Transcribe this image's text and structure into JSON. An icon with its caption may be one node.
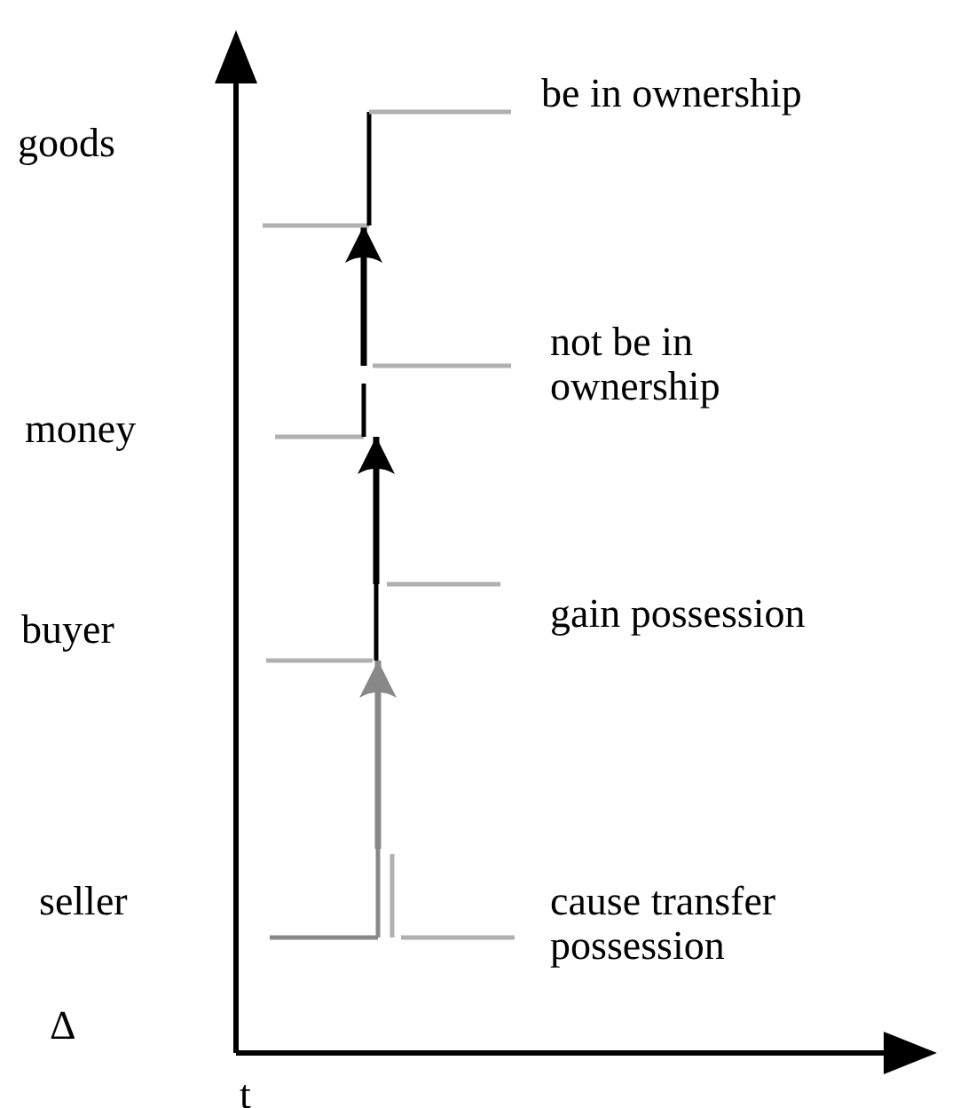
{
  "diagram": {
    "nodes": [
      {
        "text": [],
        "shape": "step",
        "beside": [
          "be in ownership"
        ]
      },
      {
        "text": [],
        "shape": "step",
        "beside": [
          "not be in ownership"
        ]
      },
      {
        "text": [],
        "shape": "step",
        "beside": [
          "gain possession"
        ]
      },
      {
        "text": [],
        "shape": "step",
        "beside": [
          "cause transfer possession"
        ]
      }
    ],
    "edges": [
      {
        "from": 3,
        "to": 2,
        "arrow": "to",
        "color": "#888888"
      },
      {
        "from": 2,
        "to": 1,
        "arrow": "to"
      },
      {
        "from": 1,
        "to": 0,
        "arrow": "to"
      }
    ],
    "labels": [
      "goods",
      "money",
      "buyer",
      "seller",
      "Δ",
      "t"
    ]
  }
}
